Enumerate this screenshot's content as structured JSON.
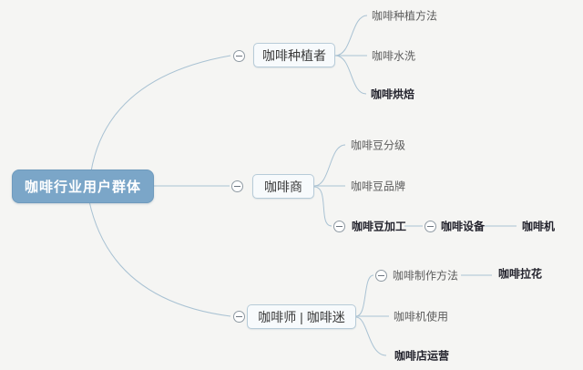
{
  "palette": {
    "background": "#f5f5f3",
    "root_fill": "#7ba6c8",
    "root_text": "#ffffff",
    "branch_fill": "#f7fafc",
    "branch_border": "#b7cbd8",
    "line_color": "#a9c2d3",
    "leaf_text": "#5c5c5c",
    "leaf_text_bold": "#24242e"
  },
  "icons": {
    "collapse": "minus-circle"
  },
  "mindmap": {
    "root": {
      "label": "咖啡行业用户群体"
    },
    "branches": [
      {
        "label": "咖啡种植者",
        "children": [
          {
            "label": "咖啡种植方法",
            "bold": false
          },
          {
            "label": "咖啡水洗",
            "bold": false
          },
          {
            "label": "咖啡烘焙",
            "bold": true
          }
        ]
      },
      {
        "label": "咖啡商",
        "children": [
          {
            "label": "咖啡豆分级",
            "bold": false
          },
          {
            "label": "咖啡豆品牌",
            "bold": false
          },
          {
            "label": "咖啡豆加工",
            "bold": true,
            "children": [
              {
                "label": "咖啡设备",
                "bold": true,
                "children": [
                  {
                    "label": "咖啡机",
                    "bold": true
                  }
                ]
              }
            ]
          }
        ]
      },
      {
        "label": "咖啡师 | 咖啡迷",
        "children": [
          {
            "label": "咖啡制作方法",
            "bold": false,
            "children": [
              {
                "label": "咖啡拉花",
                "bold": true
              }
            ]
          },
          {
            "label": "咖啡机使用",
            "bold": false
          },
          {
            "label": "咖啡店运营",
            "bold": true
          }
        ]
      }
    ]
  }
}
